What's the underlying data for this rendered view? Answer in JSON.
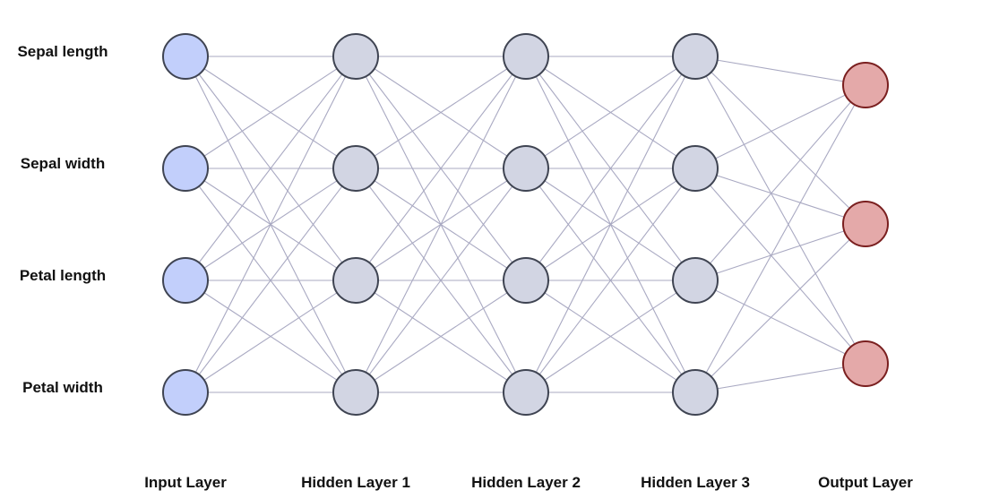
{
  "input_features": [
    {
      "label": "Sepal length"
    },
    {
      "label": "Sepal width"
    },
    {
      "label": "Petal length"
    },
    {
      "label": "Petal width"
    }
  ],
  "layers": [
    {
      "name": "Input Layer",
      "neurons": 4,
      "kind": "input"
    },
    {
      "name": "Hidden Layer 1",
      "neurons": 4,
      "kind": "hidden"
    },
    {
      "name": "Hidden Layer 2",
      "neurons": 4,
      "kind": "hidden"
    },
    {
      "name": "Hidden Layer 3",
      "neurons": 4,
      "kind": "hidden"
    },
    {
      "name": "Output Layer",
      "neurons": 3,
      "kind": "output"
    }
  ],
  "colors": {
    "input_fill": "#c2cffb",
    "input_stroke": "#3f4452",
    "hidden_fill": "#d2d5e3",
    "hidden_stroke": "#3f4452",
    "output_fill": "#e4a9a9",
    "output_stroke": "#7a1f1f",
    "edge": "#a9a9c2",
    "text": "#111111"
  }
}
